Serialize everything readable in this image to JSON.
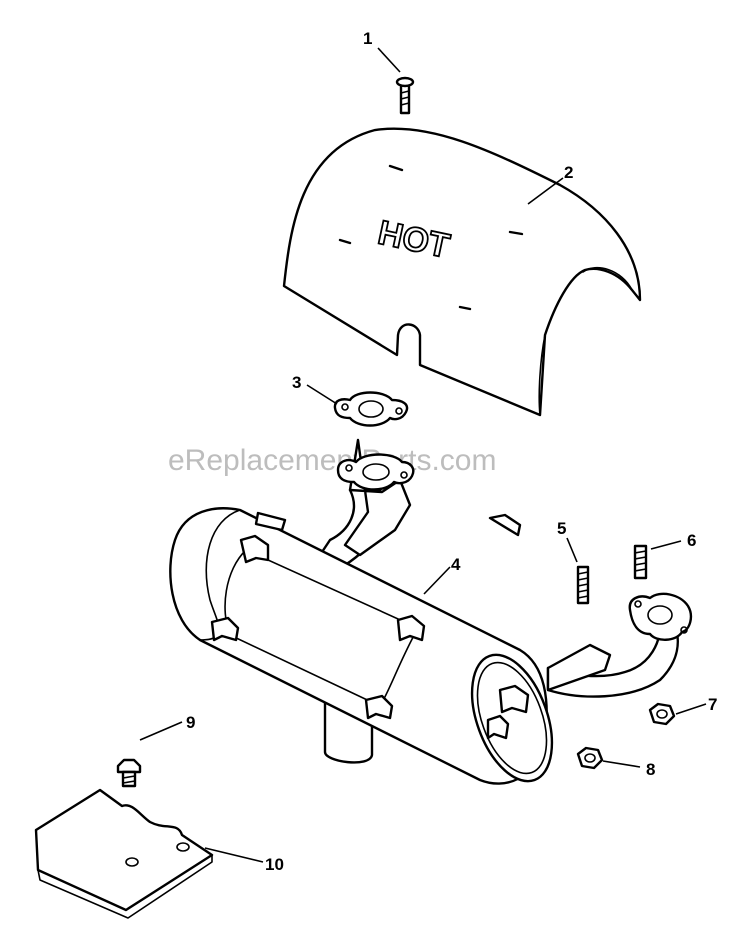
{
  "watermark": "eReplacementParts.com",
  "shield_text": "HOT",
  "callouts": [
    {
      "id": "1",
      "label": "1"
    },
    {
      "id": "2",
      "label": "2"
    },
    {
      "id": "3",
      "label": "3"
    },
    {
      "id": "4",
      "label": "4"
    },
    {
      "id": "5",
      "label": "5"
    },
    {
      "id": "6",
      "label": "6"
    },
    {
      "id": "7",
      "label": "7"
    },
    {
      "id": "8",
      "label": "8"
    },
    {
      "id": "9",
      "label": "9"
    },
    {
      "id": "10",
      "label": "10"
    }
  ]
}
